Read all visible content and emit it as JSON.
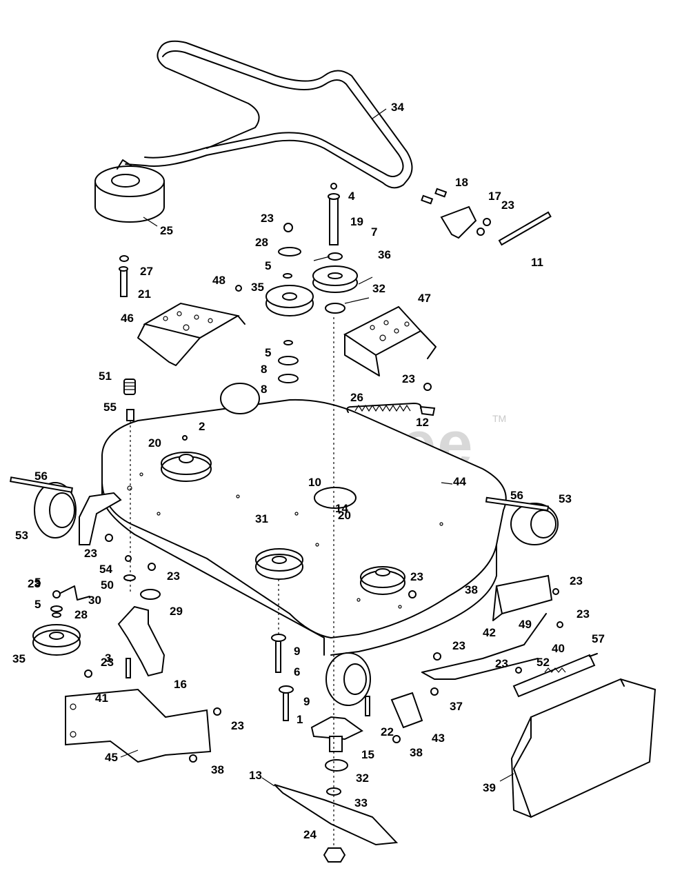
{
  "watermark": "PartsTree",
  "watermark_mark": "TM",
  "callouts": [
    "1",
    "2",
    "3",
    "4",
    "5",
    "6",
    "7",
    "8",
    "9",
    "10",
    "11",
    "12",
    "13",
    "14",
    "15",
    "16",
    "17",
    "18",
    "19",
    "20",
    "21",
    "22",
    "23",
    "24",
    "25",
    "26",
    "27",
    "28",
    "29",
    "30",
    "31",
    "32",
    "33",
    "34",
    "35",
    "36",
    "37",
    "38",
    "39",
    "40",
    "41",
    "42",
    "43",
    "44",
    "45",
    "46",
    "47",
    "48",
    "49",
    "50",
    "51",
    "52",
    "53",
    "54",
    "55",
    "56",
    "57"
  ]
}
